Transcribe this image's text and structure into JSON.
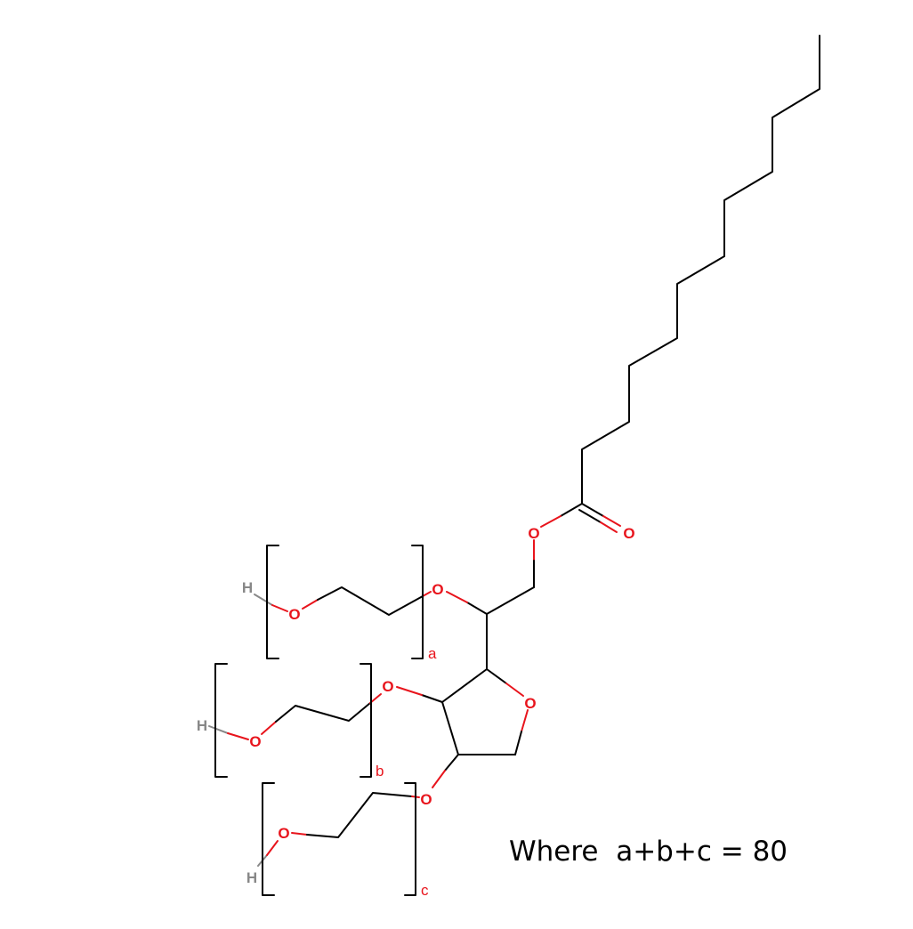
{
  "molecule": {
    "atom_labels": {
      "oxygen": "O",
      "hydrogen": "H"
    },
    "subscripts": {
      "a": "a",
      "b": "b",
      "c": "c"
    },
    "caption": "Where  a+b+c = 80",
    "colors": {
      "bond": "#000000",
      "oxygen": "#e8141c",
      "hydrogen": "#888888",
      "subscript": "#e8141c",
      "bracket": "#000000",
      "caption": "#000000"
    }
  }
}
